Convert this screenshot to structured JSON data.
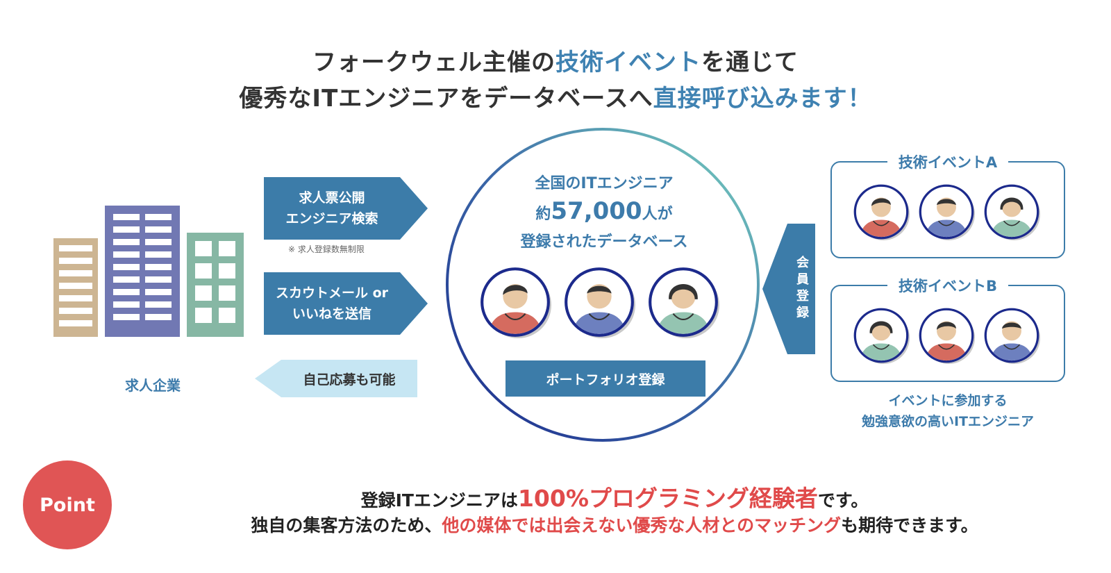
{
  "headline": {
    "line1_a": "フォークウェル主催の",
    "line1_accent": "技術イベント",
    "line1_b": "を通じて",
    "line2_a": "優秀なITエンジニアをデータベースへ",
    "line2_accent": "直接呼び込みます！"
  },
  "companies": {
    "label": "求人企業"
  },
  "arrows": {
    "job_line1": "求人票公開",
    "job_line2": "エンジニア検索",
    "note": "※ 求人登録数無制限",
    "scout_line1": "スカウトメール or",
    "scout_line2": "いいねを送信",
    "apply": "自己応募も可能"
  },
  "database": {
    "line1": "全国のITエンジニア",
    "line2_prefix": "約",
    "line2_number": "57,000",
    "line2_suffix": "人が",
    "line3": "登録されたデータベース",
    "portfolio": "ポートフォリオ登録"
  },
  "member": {
    "label": "会員登録"
  },
  "events": {
    "a_title": "技術イベントA",
    "b_title": "技術イベントB",
    "caption1": "イベントに参加する",
    "caption2": "勉強意欲の高いITエンジニア"
  },
  "point": {
    "badge": "Point",
    "line1_a": "登録ITエンジニアは",
    "line1_red": "100%プログラミング経験者",
    "line1_b": "です。",
    "line2_a": "独自の集客方法のため、",
    "line2_red": "他の媒体では出会えない優秀な人材とのマッチング",
    "line2_b": "も期待できます。"
  },
  "colors": {
    "accent_blue": "#3c7ca9",
    "light_blue": "#c6e6f3",
    "point_red": "#e05555",
    "tan": "#cdb592",
    "indigo": "#7178b3",
    "green": "#86b7a4"
  }
}
